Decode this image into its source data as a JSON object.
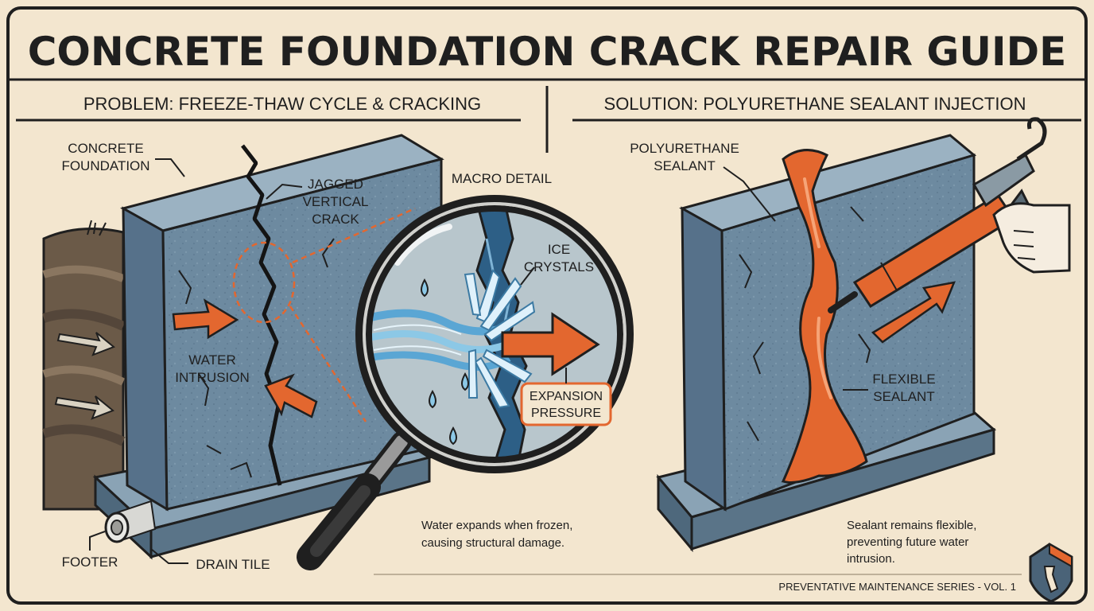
{
  "title": "CONCRETE FOUNDATION CRACK REPAIR GUIDE",
  "problem_panel": {
    "heading": "PROBLEM: FREEZE-THAW CYCLE & CRACKING",
    "labels": {
      "foundation_1": "CONCRETE",
      "foundation_2": "FOUNDATION",
      "crack_1": "JAGGED",
      "crack_2": "VERTICAL",
      "crack_3": "CRACK",
      "water_1": "WATER",
      "water_2": "INTRUSION",
      "footer": "FOOTER",
      "drain": "DRAIN TILE"
    }
  },
  "macro": {
    "heading": "MACRO DETAIL",
    "ice_1": "ICE",
    "ice_2": "CRYSTALS",
    "pressure_1": "EXPANSION",
    "pressure_2": "PRESSURE",
    "note_1": "Water expands when frozen,",
    "note_2": "causing structural damage."
  },
  "solution_panel": {
    "heading": "SOLUTION: POLYURETHANE SEALANT INJECTION",
    "labels": {
      "sealant_1": "POLYURETHANE",
      "sealant_2": "SEALANT",
      "flex_1": "FLEXIBLE",
      "flex_2": "SEALANT"
    },
    "note_1": "Sealant remains flexible,",
    "note_2": "preventing future water",
    "note_3": "intrusion."
  },
  "footer_text": "PREVENTATIVE MAINTENANCE SERIES - VOL. 1",
  "colors": {
    "background": "#f3e6cf",
    "ink": "#1f1f1f",
    "concrete": "#6d8aa0",
    "accent_orange": "#e3672f",
    "water_blue": "#8cc8e6"
  },
  "icons": [
    "magnifier-icon",
    "caulk-gun-icon",
    "house-wrench-logo-icon"
  ]
}
